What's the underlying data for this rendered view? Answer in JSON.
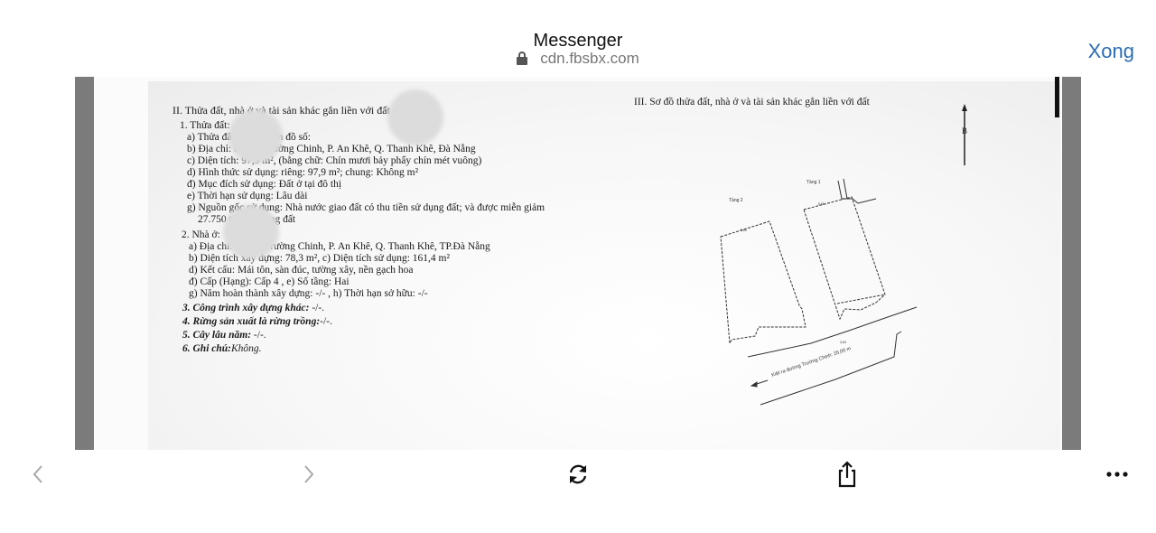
{
  "header": {
    "title": "Messenger",
    "url": "cdn.fbsbx.com",
    "done_label": "Xong"
  },
  "document": {
    "section2": {
      "heading": "II. Thửa đất, nhà ở và tài sản khác gắn liền với đất",
      "land": {
        "heading": "1. Thửa đất:",
        "a": "a) Thửa đất số:                      , tờ bản đồ số:",
        "b": "b) Địa chỉ:                 đường Trường Chinh, P. An Khê, Q. Thanh Khê, Đà Nẵng",
        "c": "c) Diện tích:         97,9      m², (bằng chữ: Chín mươi bảy phẩy chín mét vuông)",
        "d": "d) Hình thức sử dụng: riêng:   97,9            m²; chung:     Không          m²",
        "dd": "đ) Mục đích sử dụng:  Đất ở tại đô thị",
        "e": "e) Thời hạn sử dụng:  Lâu dài",
        "g": "g) Nguồn gốc sử dụng:  Nhà nước giao đất có thu tiền sử dụng đất; và được miễn giảm",
        "g2": "27.750                    tiền sử dụng đất"
      },
      "house": {
        "heading": "2. Nhà ở:",
        "a": "a) Địa chỉ:                 đường Trường Chinh, P. An Khê, Q. Thanh Khê, TP.Đà Nẵng",
        "b": "b) Diện tích xây dựng:          78,3               m², c) Diện tích sử dụng: 161,4  m²",
        "d": "d) Kết cấu: Mái tôn, sàn đúc, tường xây, nền gạch hoa",
        "dd": "đ) Cấp (Hạng):  Cấp 4          , e) Số tầng:  Hai",
        "g": "g) Năm hoàn thành xây dựng: -/-                          , h) Thời hạn sở hữu:  -/-"
      },
      "other": [
        {
          "label": "3. Công trình xây dựng khác:",
          "value": " -/-."
        },
        {
          "label": "4. Rừng sản xuất là rừng trồng:",
          "value": "-/-."
        },
        {
          "label": "5. Cây lâu năm:",
          "value": "  -/-."
        },
        {
          "label": "6. Ghi chú:",
          "value": "Không."
        }
      ]
    },
    "section3": {
      "heading": "III. Sơ đồ thửa đất, nhà ở và tài sản khác gắn liền với đất",
      "floor1_label": "Tầng 1",
      "floor2_label": "Tầng 2",
      "north_label": "B",
      "road_label": "Kiệt ra đường Trường Chinh: 25,00 m"
    }
  },
  "toolbar": {
    "back_icon": "chevron-left-icon",
    "forward_icon": "chevron-right-icon",
    "rotate_icon": "rotate-icon",
    "share_icon": "share-icon",
    "more_icon": "more-icon"
  }
}
